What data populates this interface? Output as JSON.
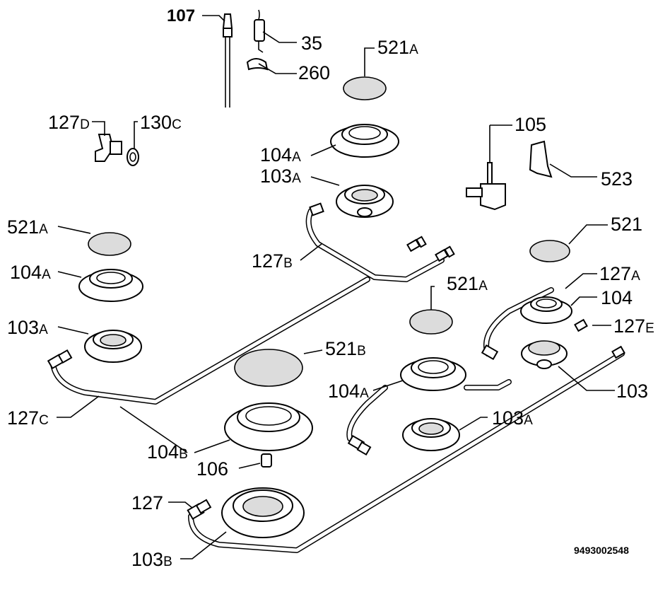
{
  "diagram": {
    "labels": {
      "l107": "107",
      "l35": "35",
      "l260": "260",
      "l521A_top": [
        "521",
        "A"
      ],
      "l127D": [
        "127",
        "D"
      ],
      "l130C": [
        "130",
        "C"
      ],
      "l104A_top": [
        "104",
        "A"
      ],
      "l103A_top": [
        "103",
        "A"
      ],
      "l105": "105",
      "l523": "523",
      "l521A_left": [
        "521",
        "A"
      ],
      "l104A_left": [
        "104",
        "A"
      ],
      "l127B": [
        "127",
        "B"
      ],
      "l521": "521",
      "l127A": [
        "127",
        "A"
      ],
      "l104": "104",
      "l521A_mid": [
        "521",
        "A"
      ],
      "l103A_left": [
        "103",
        "A"
      ],
      "l127E": [
        "127",
        "E"
      ],
      "l521B": [
        "521",
        "B"
      ],
      "l104A_mid": [
        "104",
        "A"
      ],
      "l103": "103",
      "l127C": [
        "127",
        "C"
      ],
      "l103A_mid": [
        "103",
        "A"
      ],
      "l104B": [
        "104",
        "B"
      ],
      "l106": "106",
      "l127": "127",
      "l103B": [
        "103",
        "B"
      ]
    },
    "code": "9493002548"
  }
}
